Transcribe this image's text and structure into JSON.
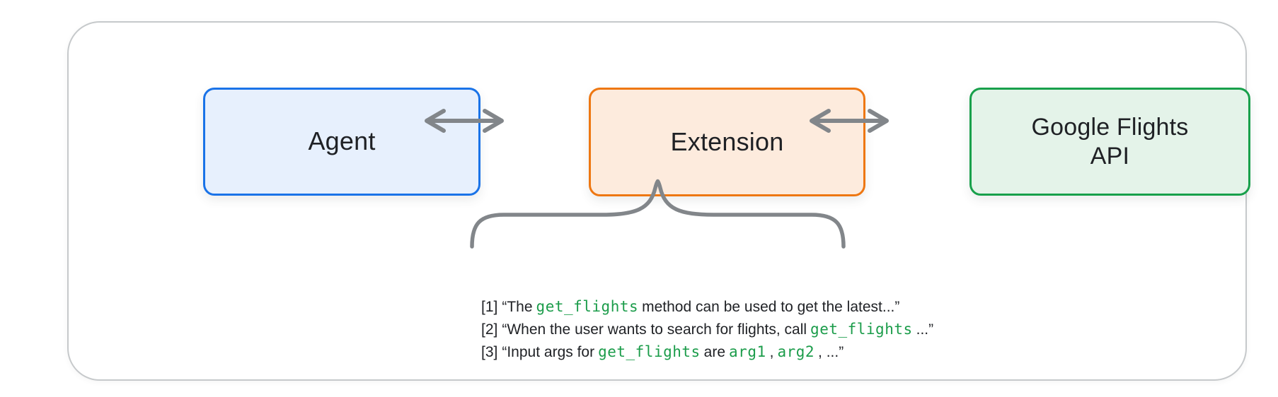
{
  "colors": {
    "background": "#ffffff",
    "card_background": "#ffffff",
    "card_border": "#c6c9cb",
    "connector": "#82868a",
    "text": "#1f2125",
    "code_green": "#1b9c4a",
    "agent_fill": "#e7f0fd",
    "agent_border": "#1a73e8",
    "extension_fill": "#fdebdd",
    "extension_border": "#ee7712",
    "api_fill": "#e4f3e9",
    "api_border": "#18a04b"
  },
  "nodes": [
    {
      "id": "agent",
      "label": "Agent",
      "fill": "#e7f0fd",
      "border": "#1a73e8"
    },
    {
      "id": "extension",
      "label": "Extension",
      "fill": "#fdebdd",
      "border": "#ee7712"
    },
    {
      "id": "google-flights-api",
      "label": "Google Flights\nAPI",
      "fill": "#e4f3e9",
      "border": "#18a04b"
    }
  ],
  "connectors": [
    {
      "type": "double-arrow",
      "from": "Agent",
      "to": "Extension"
    },
    {
      "type": "double-arrow",
      "from": "Extension",
      "to": "Google Flights API"
    }
  ],
  "brace": {
    "type": "curly-brace",
    "attached_to": "Extension",
    "points_to": "annotations"
  },
  "annotations": [
    {
      "marker": "[1]",
      "segments": [
        {
          "kind": "text",
          "value": "“The"
        },
        {
          "kind": "code",
          "value": "get_flights"
        },
        {
          "kind": "text",
          "value": "method can be used to get the latest...”"
        }
      ]
    },
    {
      "marker": "[2]",
      "segments": [
        {
          "kind": "text",
          "value": "“When the user wants to search for flights, call"
        },
        {
          "kind": "code",
          "value": "get_flights"
        },
        {
          "kind": "text",
          "value": "...”"
        }
      ]
    },
    {
      "marker": "[3]",
      "segments": [
        {
          "kind": "text",
          "value": "“Input args for"
        },
        {
          "kind": "code",
          "value": "get_flights"
        },
        {
          "kind": "text",
          "value": "are"
        },
        {
          "kind": "code",
          "value": "arg1"
        },
        {
          "kind": "text",
          "value": ","
        },
        {
          "kind": "code",
          "value": "arg2"
        },
        {
          "kind": "text",
          "value": ", ...”"
        }
      ]
    }
  ]
}
